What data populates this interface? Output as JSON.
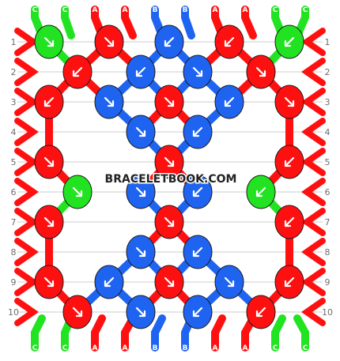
{
  "watermark": "BRACELETBOOK.COM",
  "row_labels": [
    "1",
    "2",
    "3",
    "4",
    "5",
    "6",
    "7",
    "8",
    "9",
    "10"
  ],
  "colors": {
    "C": "#22e322",
    "A": "#ff1010",
    "B": "#1f64f0",
    "grid": "#cccccc",
    "arrow": "#ffffff"
  },
  "strands_top": [
    "C",
    "C",
    "A",
    "A",
    "B",
    "B",
    "A",
    "A",
    "C",
    "C"
  ],
  "strands_bottom": [
    "C",
    "C",
    "A",
    "A",
    "B",
    "B",
    "A",
    "A",
    "C",
    "C"
  ],
  "knots": [
    [
      {
        "c": "C",
        "d": "SE"
      },
      {
        "c": "A",
        "d": "SE"
      },
      {
        "c": "B",
        "d": "SW"
      },
      {
        "c": "A",
        "d": "SW"
      },
      {
        "c": "C",
        "d": "SW"
      }
    ],
    [
      {
        "c": "A",
        "d": "SW"
      },
      {
        "c": "B",
        "d": "SW"
      },
      {
        "c": "B",
        "d": "SE"
      },
      {
        "c": "A",
        "d": "SE"
      }
    ],
    [
      {
        "c": "A",
        "d": "SW"
      },
      {
        "c": "B",
        "d": "SE"
      },
      {
        "c": "A",
        "d": "SE"
      },
      {
        "c": "B",
        "d": "SW"
      },
      {
        "c": "A",
        "d": "SE"
      }
    ],
    [
      {
        "c": "B",
        "d": "SE"
      },
      {
        "c": "B",
        "d": "SW"
      }
    ],
    [
      {
        "c": "A",
        "d": "SE"
      },
      {
        "c": "A",
        "d": "SE"
      },
      {
        "c": "A",
        "d": "SW"
      }
    ],
    [
      {
        "c": "C",
        "d": "SE"
      },
      {
        "c": "B",
        "d": "SE"
      },
      {
        "c": "B",
        "d": "SW"
      },
      {
        "c": "C",
        "d": "SW"
      }
    ],
    [
      {
        "c": "A",
        "d": "SE"
      },
      {
        "c": "A",
        "d": "SE"
      },
      {
        "c": "A",
        "d": "SW"
      }
    ],
    [
      {
        "c": "B",
        "d": "SE"
      },
      {
        "c": "B",
        "d": "SW"
      }
    ],
    [
      {
        "c": "A",
        "d": "SE"
      },
      {
        "c": "B",
        "d": "SW"
      },
      {
        "c": "A",
        "d": "SE"
      },
      {
        "c": "B",
        "d": "SE"
      },
      {
        "c": "A",
        "d": "SW"
      }
    ],
    [
      {
        "c": "A",
        "d": "SE"
      },
      {
        "c": "B",
        "d": "SE"
      },
      {
        "c": "B",
        "d": "SW"
      },
      {
        "c": "A",
        "d": "SW"
      }
    ]
  ]
}
